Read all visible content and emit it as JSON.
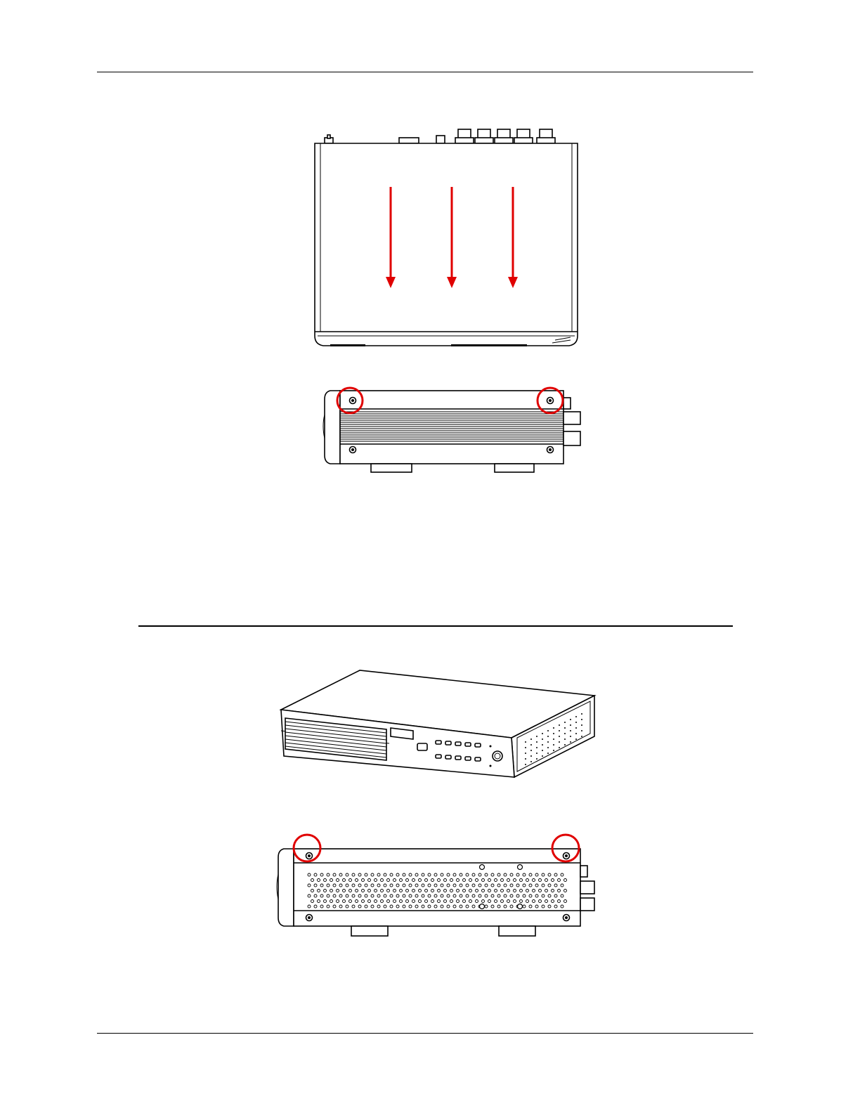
{
  "page": {
    "figures": [
      {
        "id": "top-view-arrows",
        "annotation": "downward-arrows",
        "annotation_color": "#e00000",
        "arrow_count": 3
      },
      {
        "id": "side-view-fins",
        "annotation": "screw-circles",
        "annotation_color": "#e00000",
        "circled_screws": 2
      },
      {
        "id": "isometric-view"
      },
      {
        "id": "side-view-perforated",
        "annotation": "screw-circles",
        "annotation_color": "#e00000",
        "circled_screws": 2
      }
    ]
  }
}
